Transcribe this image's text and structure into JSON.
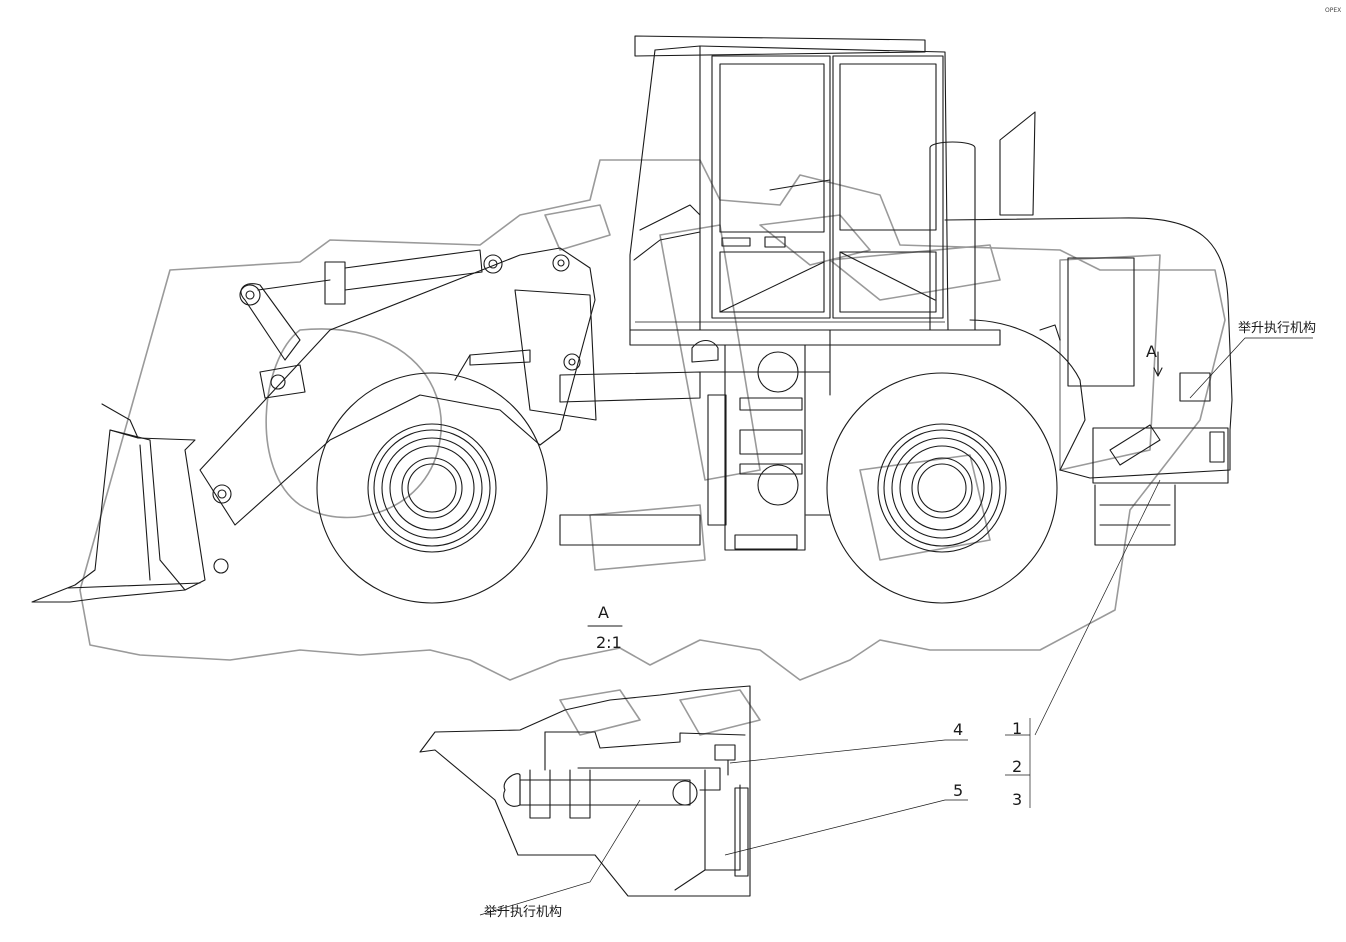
{
  "corner_mark": "ОРЕХ",
  "callout_top": "举升执行机构",
  "callout_bottom": "举升执行机构",
  "view_marker": "A",
  "section_view": {
    "letter": "A",
    "scale": "2:1"
  },
  "part_numbers": [
    "1",
    "2",
    "3",
    "4",
    "5"
  ],
  "watermark_text": "ОРЕХ"
}
